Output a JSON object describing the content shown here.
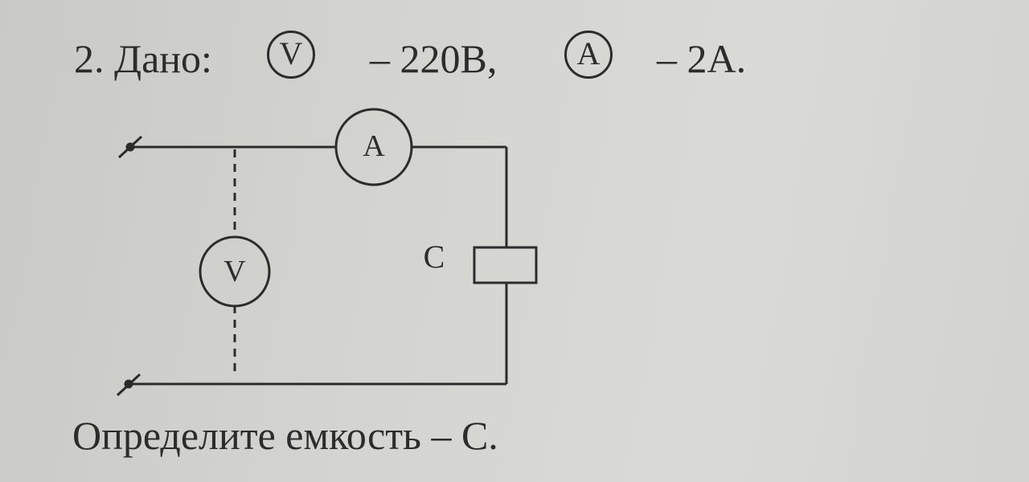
{
  "problem": {
    "number_label": "2. Дано:",
    "voltmeter_symbol": "V",
    "voltage_text": "– 220В,",
    "ammeter_symbol": "A",
    "current_text": "– 2А."
  },
  "diagram": {
    "ammeter_label": "A",
    "voltmeter_label": "V",
    "capacitor_label": "C"
  },
  "task_text": "Определите емкость – С."
}
